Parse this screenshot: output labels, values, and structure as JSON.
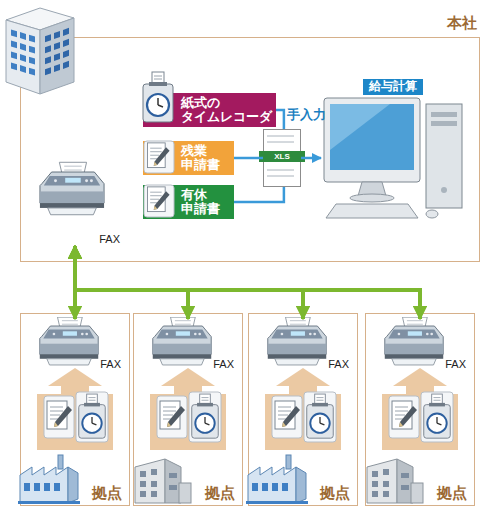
{
  "diagram": {
    "nodes": [
      {
        "text": [
          "本社"
        ]
      },
      {
        "text": [
          "紙式の タイムレコーダ"
        ],
        "in": 0
      },
      {
        "text": [
          "残業 申請書"
        ],
        "in": 0
      },
      {
        "text": [
          "有休 申請書"
        ],
        "in": 0
      },
      {
        "text": [
          "XLS"
        ],
        "in": 0
      },
      {
        "text": [
          "給与計算"
        ],
        "in": 0
      },
      {
        "text": [
          "FAX"
        ],
        "in": 0
      },
      {
        "text": [
          "拠点"
        ]
      },
      {
        "text": [
          "FAX"
        ],
        "in": 7
      },
      {
        "text": [
          "拠点"
        ]
      },
      {
        "text": [
          "FAX"
        ],
        "in": 9
      },
      {
        "text": [
          "拠点"
        ]
      },
      {
        "text": [
          "FAX"
        ],
        "in": 11
      },
      {
        "text": [
          "拠点"
        ]
      },
      {
        "text": [
          "FAX"
        ],
        "in": 13
      }
    ],
    "edges": [
      {
        "from": 1,
        "to": 4,
        "arrow": "none"
      },
      {
        "from": 2,
        "to": 4,
        "arrow": "none"
      },
      {
        "from": 3,
        "to": 4,
        "arrow": "none"
      },
      {
        "from": 4,
        "to": 5,
        "arrow": "to"
      },
      {
        "from": 6,
        "to": 8,
        "arrow": "both"
      },
      {
        "from": 6,
        "to": 10,
        "arrow": "both"
      },
      {
        "from": 6,
        "to": 12,
        "arrow": "both"
      },
      {
        "from": 6,
        "to": 14,
        "arrow": "both"
      }
    ],
    "labels": [
      "手入力"
    ]
  }
}
